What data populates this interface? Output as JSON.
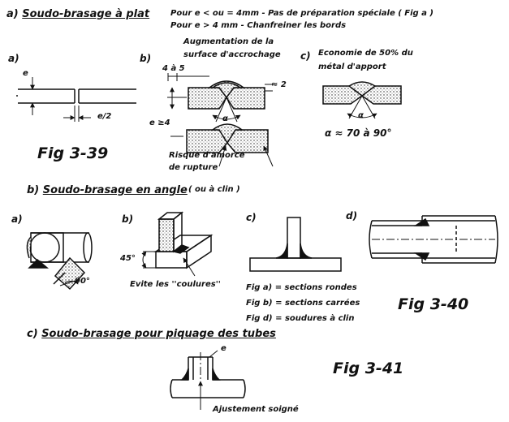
{
  "section_a": {
    "title_prefix": "a)",
    "title": "Soudo-brasage à plat",
    "note_line1": "Pour e < ou = 4mm - Pas de préparation spéciale ( Fig a )",
    "note_line2": "Pour e > 4 mm - Chanfreiner les bords",
    "fig_a": {
      "label": "a)",
      "e": "e",
      "e_half": "e/2"
    },
    "fig_b": {
      "label": "b)",
      "caption_line1": "Augmentation de la",
      "caption_line2": "surface d'accrochage",
      "dim_top": "4 à 5",
      "approx": "≈ 2",
      "alpha": "α",
      "e_min": "e ≥4",
      "risk_line1": "Risque d'amorce",
      "risk_line2": "de rupture"
    },
    "fig_c": {
      "label": "c)",
      "caption_line1": "Economie de 50% du",
      "caption_line2": "métal d'apport",
      "alpha": "α",
      "angle_note": "α ≈ 70 à 90°"
    },
    "fig_number": "Fig 3-39"
  },
  "section_b": {
    "title_prefix": "b)",
    "title": "Soudo-brasage en angle",
    "subtitle": "( ou à clin )",
    "fig_a": {
      "label": "a)",
      "angle": "90°"
    },
    "fig_b": {
      "label": "b)",
      "angle": "45°",
      "note": "Evite les ''coulures''"
    },
    "fig_c": {
      "label": "c)"
    },
    "fig_d": {
      "label": "d)"
    },
    "legend": [
      "Fig a) = sections rondes",
      "Fig b) = sections carrées",
      "Fig d) = soudures à clin"
    ],
    "fig_number": "Fig 3-40"
  },
  "section_c": {
    "title_prefix": "c)",
    "title": "Soudo-brasage pour piquage des tubes",
    "e": "e",
    "note": "Ajustement soigné",
    "fig_number": "Fig 3-41"
  }
}
